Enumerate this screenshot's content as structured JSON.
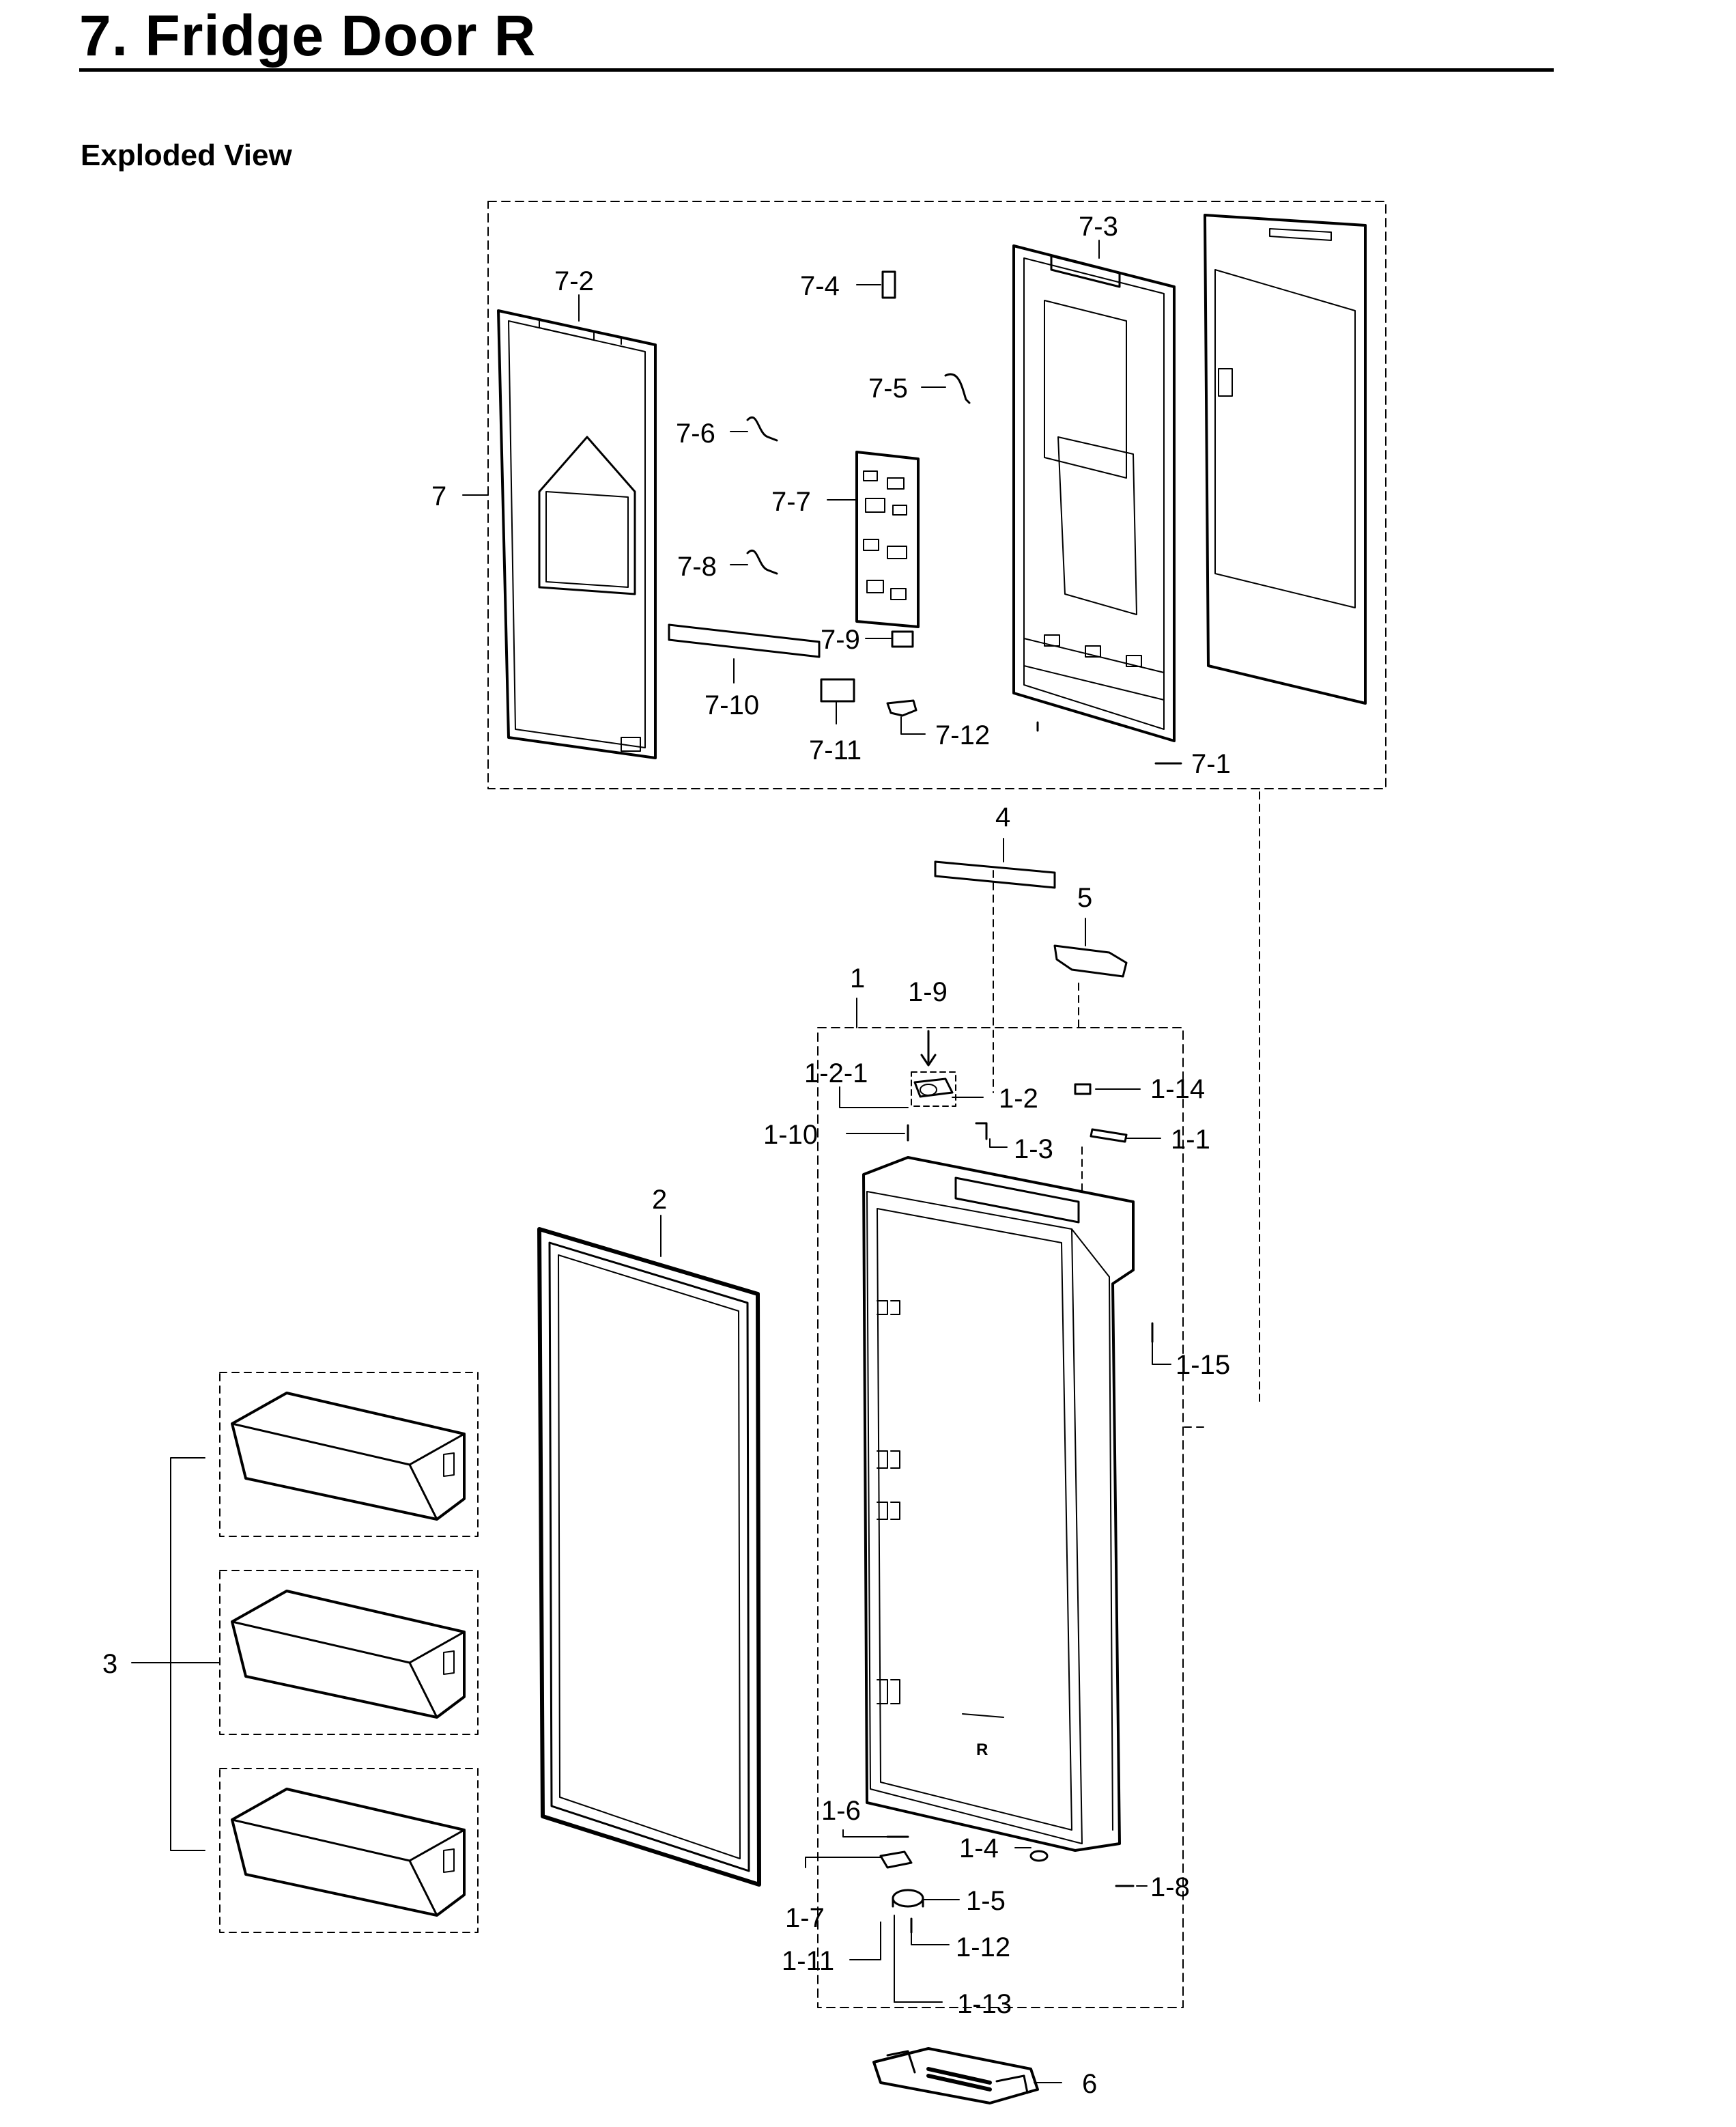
{
  "title": "7. Fridge Door R",
  "subtitle": "Exploded View",
  "door_marking": "R",
  "labels": {
    "p7": "7",
    "p7_1": "7-1",
    "p7_2": "7-2",
    "p7_3": "7-3",
    "p7_4": "7-4",
    "p7_5": "7-5",
    "p7_6": "7-6",
    "p7_7": "7-7",
    "p7_8": "7-8",
    "p7_9": "7-9",
    "p7_10": "7-10",
    "p7_11": "7-11",
    "p7_12": "7-12",
    "p1": "1",
    "p1_1": "1-1",
    "p1_2": "1-2",
    "p1_2_1": "1-2-1",
    "p1_3": "1-3",
    "p1_4": "1-4",
    "p1_5": "1-5",
    "p1_6": "1-6",
    "p1_7": "1-7",
    "p1_8": "1-8",
    "p1_9": "1-9",
    "p1_10": "1-10",
    "p1_11": "1-11",
    "p1_12": "1-12",
    "p1_13": "1-13",
    "p1_14": "1-14",
    "p1_15": "1-15",
    "p2": "2",
    "p3": "3",
    "p4": "4",
    "p5": "5",
    "p6": "6"
  }
}
